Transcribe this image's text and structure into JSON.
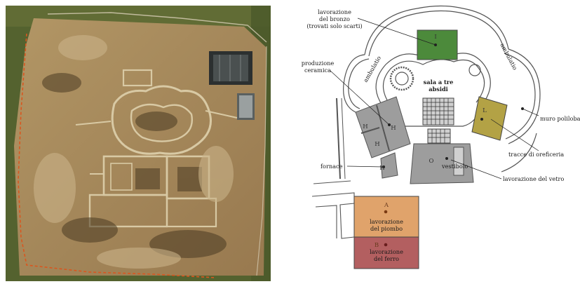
{
  "labels": {
    "bronze_l1": "lavorazione",
    "bronze_l2": "del bronzo",
    "bronze_l3": "(trovati solo scarti)",
    "ceramic_l1": "produzione",
    "ceramic_l2": "ceramica",
    "ambulatory_left": "ambulatio",
    "ambulatory_right": "ambulatio",
    "hall_l1": "sala a tre",
    "hall_l2": "absidi",
    "wall": "muro polilobato",
    "goldsmith": "tracce di oreficeria",
    "furnace": "fornace",
    "vestibule": "vestibolo",
    "glass": "lavorazione del vetro",
    "lead_l1": "lavorazione",
    "lead_l2": "del piombo",
    "iron_l1": "lavorazione",
    "iron_l2": "del ferro"
  },
  "rooms": {
    "bronze": "I",
    "goldsmith": "L",
    "ceramic_1": "H",
    "ceramic_2": "H",
    "ceramic_3": "H",
    "furnace": "H",
    "vestibule": "O",
    "lead": "A",
    "iron": "B"
  },
  "colors": {
    "bronze": "#4c8a3b",
    "goldsmith": "#b3a245",
    "lead": "#e0a36b",
    "iron": "#b35f60",
    "grey_room": "#9d9d9d",
    "soil": "#a88a5c",
    "grass": "#5c6b35"
  }
}
